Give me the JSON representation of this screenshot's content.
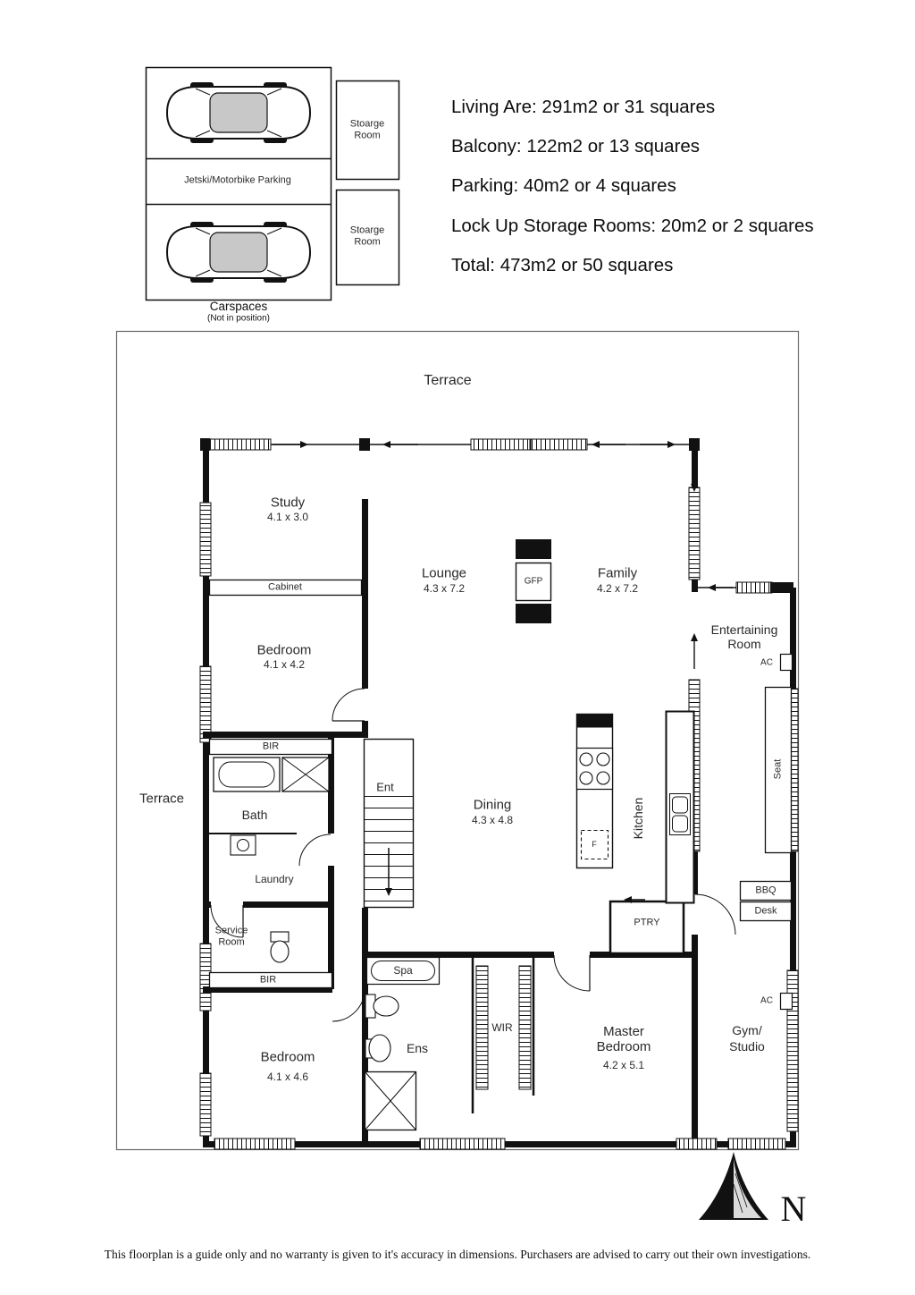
{
  "parking": {
    "carspaces_caption": "Carspaces",
    "carspaces_note": "(Not in position)",
    "jetski_label": "Jetski/Motorbike Parking",
    "storage_rooms": [
      {
        "label": "Stoarge Room"
      },
      {
        "label": "Stoarge Room"
      }
    ]
  },
  "area_summary": {
    "lines": [
      "Living Are: 291m2 or 31 squares",
      "Balcony: 122m2 or 13 squares",
      "Parking: 40m2 or 4 squares",
      "Lock Up Storage Rooms: 20m2 or 2 squares",
      "Total: 473m2 or 50 squares"
    ]
  },
  "floorplan": {
    "terrace_top": "Terrace",
    "terrace_left": "Terrace",
    "compass": "N",
    "rooms": {
      "study_name": "Study",
      "study_dims": "4.1 x 3.0",
      "cabinet": "Cabinet",
      "bedroom1_name": "Bedroom",
      "bedroom1_dims": "4.1 x 4.2",
      "lounge_name": "Lounge",
      "lounge_dims": "4.3 x 7.2",
      "gfp": "GFP",
      "family_name": "Family",
      "family_dims": "4.2 x 7.2",
      "entertaining": "Entertaining Room",
      "ac_upper": "AC",
      "seat": "Seat",
      "bir_upper": "BIR",
      "bath": "Bath",
      "ent": "Ent",
      "dining_name": "Dining",
      "dining_dims": "4.3 x 4.8",
      "kitchen": "Kitchen",
      "fridge": "F",
      "laundry": "Laundry",
      "service_room": "Service Room",
      "bir_lower": "BIR",
      "spa": "Spa",
      "ens": "Ens",
      "wir": "WIR",
      "master_name": "Master Bedroom",
      "master_dims": "4.2 x 5.1",
      "ptry": "PTRY",
      "bbq": "BBQ",
      "desk": "Desk",
      "ac_lower": "AC",
      "gym_line1": "Gym/",
      "gym_line2": "Studio",
      "bedroom2_name": "Bedroom",
      "bedroom2_dims": "4.1 x 4.6"
    }
  },
  "footer": {
    "disclaimer": "This floorplan is a guide only and no warranty is given to it's accuracy in dimensions. Purchasers are advised to carry out their own investigations."
  }
}
